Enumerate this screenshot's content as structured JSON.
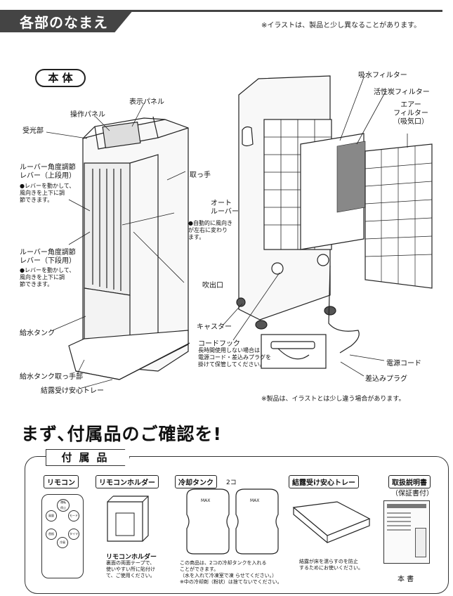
{
  "header": {
    "title": "各部のなまえ",
    "note": "※イラストは、製品と少し異なることがあります。"
  },
  "main_body": {
    "badge": "本 体",
    "labels": {
      "display_panel": "表示パネル",
      "control_panel": "操作パネル",
      "receiver": "受光部",
      "louver_upper": "ルーバー角度調節\nレバー（上段用）",
      "louver_upper_note": "●レバーを動かして、\n風向きを上下に調\n節できます。",
      "louver_lower": "ルーバー角度調節\nレバー（下段用）",
      "louver_lower_note": "●レバーを動かして、\n風向きを上下に調\n節できます。",
      "water_tank": "給水タンク",
      "tank_handle": "給水タンク取っ手部",
      "drip_tray": "結露受け安心トレー",
      "handle": "取っ手",
      "auto_louver": "オート\nルーバー",
      "auto_louver_note": "●自動的に風向き\nが左右に変わり\nます。",
      "outlet": "吹出口",
      "caster": "キャスター",
      "cord_hook": "コードフック",
      "cord_hook_note": "長時間使用しない場合は\n電源コード・差込みプラグを\n掛けて保管してください。",
      "water_filter": "吸水フィルター",
      "carbon_filter": "活性炭フィルター",
      "air_filter": "エアー\nフィルター\n（吸気口）",
      "power_cord": "電源コード",
      "plug": "差込みプラグ"
    },
    "body_note": "※製品は、イラストとは少し違う場合があります。"
  },
  "accessories": {
    "heading": "まず､付属品のご確認を!",
    "tab": "付属品",
    "items": [
      {
        "label": "リモコン"
      },
      {
        "label": "リモコンホルダー",
        "subtitle": "リモコンホルダー",
        "desc": "裏面の両面テープで、\n使いやすい所に貼付け\nて、ご使用ください。"
      },
      {
        "label": "冷却タンク",
        "count": "2コ",
        "desc": "この商品は、2コの冷却タンクを入れる\nことができます。\n（水を入れて冷凍室で凍 らせてください。）\n※中の冷却剤（粉状）は捨てないでください。",
        "tank_text": "MAX"
      },
      {
        "label": "結露受け安心トレー",
        "desc": "結露が床を濡らすのを防止\nするためにお使いください。"
      },
      {
        "label": "取扱説明書",
        "sub": "（保証書付）",
        "caption": "本 書"
      }
    ],
    "remote_buttons": [
      "運転\n停止",
      "風量",
      "モード",
      "首振",
      "タイマ",
      "冷風"
    ]
  }
}
